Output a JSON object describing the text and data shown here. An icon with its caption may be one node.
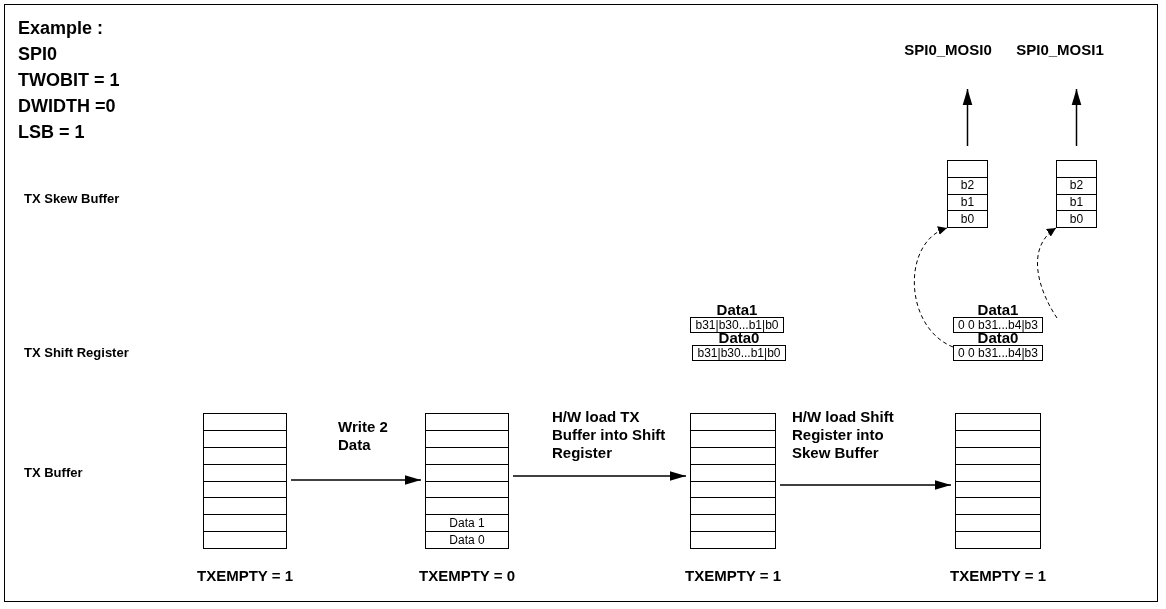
{
  "diagram": {
    "nodes": [
      {
        "text": [],
        "shape": "box",
        "beside": [
          "TXEMPTY = 1"
        ]
      },
      {
        "text": [
          "Data 1",
          "Data 0"
        ],
        "beside": [
          "TXEMPTY = 0"
        ]
      },
      {
        "text": [],
        "shape": "box",
        "beside": [
          "TXEMPTY = 1"
        ]
      },
      {
        "text": [],
        "shape": "box",
        "beside": [
          "TXEMPTY = 1"
        ]
      },
      {
        "text": [
          "Data1",
          "b31|b30...b1|b0"
        ]
      },
      {
        "text": [
          "Data0",
          "b31|b30...b1|b0"
        ]
      },
      {
        "text": [
          "Data1",
          "0 0 b31...b4|b3"
        ]
      },
      {
        "text": [
          "Data0",
          "0 0 b31...b4|b3"
        ]
      },
      {
        "text": [
          "b2",
          "b1",
          "b0"
        ]
      },
      {
        "text": [
          "b2",
          "b1",
          "b0"
        ]
      },
      {
        "text": [
          "SPI0_MOSI0"
        ]
      },
      {
        "text": [
          "SPI0_MOSI1"
        ]
      }
    ],
    "edges": [
      {
        "from": 0,
        "to": 1,
        "arrow": "to",
        "label": "Write 2 Data"
      },
      {
        "from": 1,
        "to": 2,
        "arrow": "to",
        "label": "H/W load TX Buffer into Shift Register"
      },
      {
        "from": 2,
        "to": 3,
        "arrow": "to",
        "label": "H/W load Shift Register into Skew Buffer"
      },
      {
        "from": 7,
        "to": 8,
        "arrow": "to",
        "style": "dashed"
      },
      {
        "from": 6,
        "to": 9,
        "arrow": "to",
        "style": "dashed"
      },
      {
        "from": 8,
        "to": 10,
        "arrow": "to"
      },
      {
        "from": 9,
        "to": 11,
        "arrow": "to"
      }
    ],
    "labels": [
      "Example :",
      "SPI0",
      "TWOBIT = 1",
      "DWIDTH =0",
      "LSB = 1",
      "TX Skew Buffer",
      "TX Shift Register",
      "TX Buffer"
    ]
  }
}
